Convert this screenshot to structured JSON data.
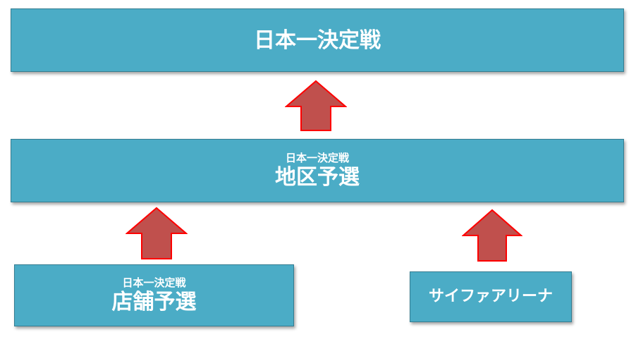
{
  "top": {
    "title": "日本一決定戦"
  },
  "middle": {
    "subtitle": "日本一決定戦",
    "title": "地区予選"
  },
  "store": {
    "subtitle": "日本一決定戦",
    "title": "店舗予選"
  },
  "arena": {
    "title": "サイファアリーナ"
  },
  "colors": {
    "box_fill": "#4bacc6",
    "arrow_fill": "#c0504d",
    "arrow_stroke": "#ff0000"
  },
  "icons": {
    "arrow": "up-arrow-icon"
  }
}
